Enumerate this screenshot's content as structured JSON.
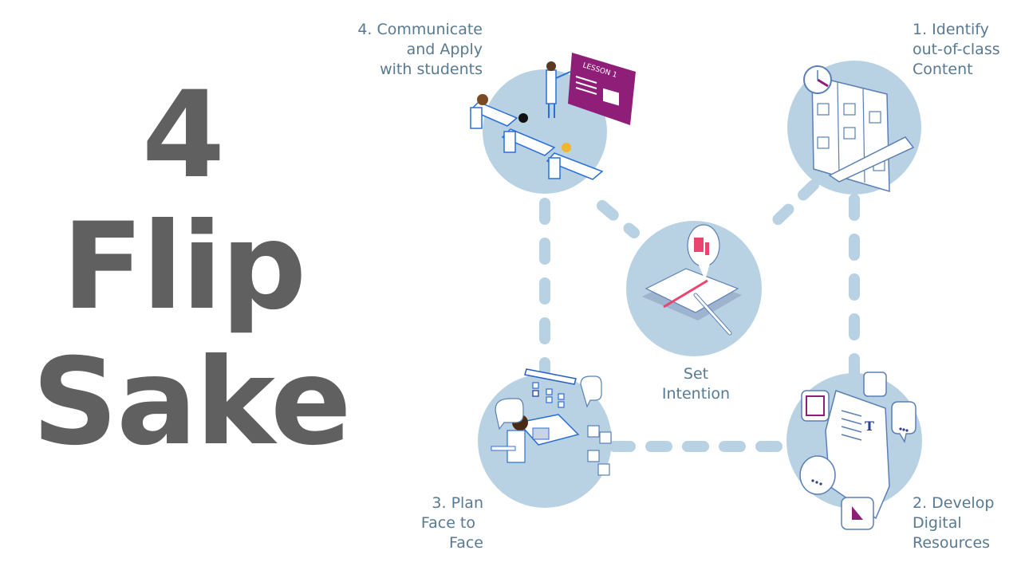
{
  "title": {
    "line1": "4",
    "line2": "Flip",
    "line3": "Sake"
  },
  "colors": {
    "title_text": "#606060",
    "label_text": "#577a92",
    "circle_fill": "#b8d2e4",
    "connector": "#b8d2e4",
    "accent_purple": "#8e1e78",
    "accent_pink": "#e8456f",
    "line_blue": "#2b6fd6"
  },
  "nodes": [
    {
      "id": "communicate",
      "lines": [
        "4. Communicate",
        "and Apply",
        "with students"
      ],
      "icon": "classroom-icon"
    },
    {
      "id": "identify",
      "lines": [
        "1. Identify",
        "out-of-class",
        "Content"
      ],
      "icon": "planning-board-icon"
    },
    {
      "id": "intention",
      "lines": [
        "Set",
        "Intention"
      ],
      "icon": "notebook-icon"
    },
    {
      "id": "plan",
      "lines": [
        "3. Plan",
        "Face to",
        "Face"
      ],
      "icon": "student-desk-icon"
    },
    {
      "id": "develop",
      "lines": [
        "2. Develop",
        "Digital",
        "Resources"
      ],
      "icon": "digital-folder-icon"
    }
  ],
  "board_text": "LESSON 1"
}
